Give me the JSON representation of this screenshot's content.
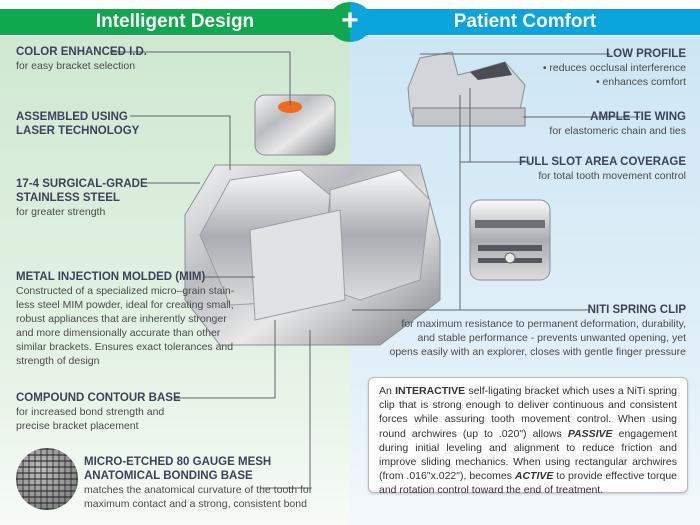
{
  "header": {
    "left_title": "Intelligent Design",
    "right_title": "Patient Comfort",
    "plus_symbol": "+",
    "colors": {
      "left": "#10a84f",
      "right": "#0aa5dc"
    }
  },
  "left_features": [
    {
      "title": "COLOR ENHANCED I.D.",
      "lines": [
        "for easy bracket selection"
      ]
    },
    {
      "title_lines": [
        "ASSEMBLED USING",
        "LASER TECHNOLOGY"
      ]
    },
    {
      "title_lines": [
        "17-4 SURGICAL-GRADE",
        "STAINLESS STEEL"
      ],
      "lines": [
        "for greater strength"
      ]
    },
    {
      "title": "METAL INJECTION MOLDED (MIM)",
      "lines": [
        "Constructed of a specialized micro–grain stain-",
        "less steel MIM powder, ideal for creating small,",
        "robust appliances that are inherently stronger",
        "and more dimensionally accurate than other",
        "similar brackets. Ensures exact tolerances and",
        "strength of design"
      ]
    },
    {
      "title": "COMPOUND CONTOUR BASE",
      "lines": [
        "for increased bond strength and",
        "precise bracket placement"
      ]
    },
    {
      "title_lines": [
        "MICRO-ETCHED 80 GAUGE MESH",
        "ANATOMICAL BONDING BASE"
      ],
      "lines": [
        "matches the anatomical curvature of the tooth for",
        "maximum contact and a strong, consistent bond"
      ]
    }
  ],
  "right_features": [
    {
      "title": "LOW PROFILE",
      "lines": [
        "• reduces occlusal interference",
        "• enhances comfort"
      ]
    },
    {
      "title": "AMPLE TIE WING",
      "lines": [
        "for elastomeric chain and ties"
      ]
    },
    {
      "title": "FULL SLOT AREA COVERAGE",
      "lines": [
        "for total tooth movement control"
      ]
    },
    {
      "title": "NITI SPRING CLIP",
      "lines": [
        "for maximum resistance to permanent deformation,  durability,",
        "and stable performance - prevents unwanted opening, yet",
        "opens easily with an explorer, closes with gentle finger pressure"
      ]
    }
  ],
  "note": {
    "p1": "An ",
    "b1": "INTERACTIVE",
    "p2": " self-ligating bracket which uses a NiTi spring clip that is strong enough to deliver continuous and consistent forces while assuring tooth movement control. When using round archwires (up to .020\") allows ",
    "b2": "PASSIVE",
    "p3": " engagement during initial leveling and alignment to reduce friction and improve sliding mechanics. When using rectangular archwires (from .016\"x.022\"), becomes ",
    "b3": "ACTIVE",
    "p4": " to provide effective torque and rotation control toward the end of treatment."
  },
  "images": {
    "main": "bracket-3d-illustration",
    "side": "bracket-side-profile",
    "front": "bracket-front-view",
    "mesh": "mesh-base-closeup",
    "id_dot_color": "#f26a1b"
  }
}
